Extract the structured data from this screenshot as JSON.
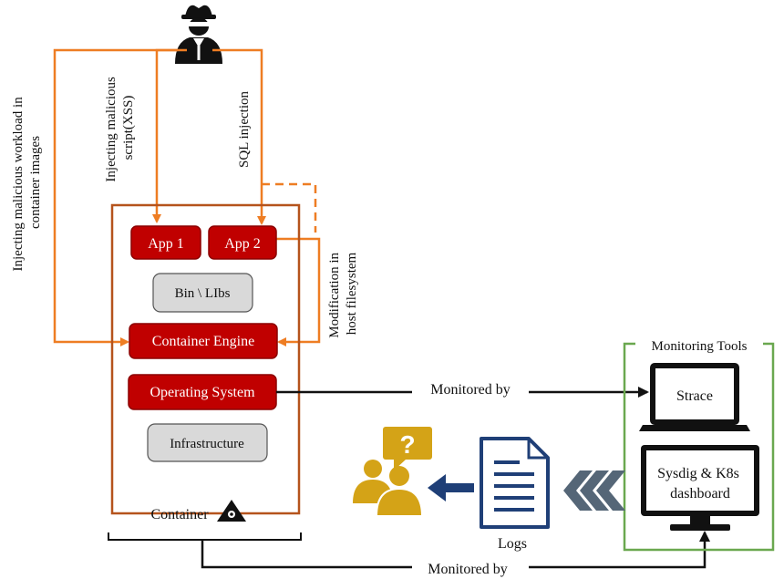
{
  "attacks": {
    "workload": [
      "Injecting malicious workload in",
      "container images"
    ],
    "xss": [
      "Injecting malicious",
      "script(XSS)"
    ],
    "sql": "SQL injection",
    "hostfs": [
      "Modification in",
      "host filesystem"
    ]
  },
  "container": {
    "label": "Container",
    "layers": {
      "app1": "App 1",
      "app2": "App 2",
      "bin_libs": "Bin \\ LIbs",
      "engine": "Container Engine",
      "os": "Operating System",
      "infra": "Infrastructure"
    }
  },
  "edges": {
    "monitored_top": "Monitored by",
    "monitored_bottom": "Monitored by"
  },
  "monitoring": {
    "title": "Monitoring Tools",
    "strace": "Strace",
    "sysdig": [
      "Sysdig & K8s",
      "dashboard"
    ]
  },
  "logs": {
    "label": "Logs"
  },
  "colors": {
    "attack": "#ee7d23",
    "container_border": "#b5531c",
    "red_box": "#c00000",
    "red_border": "#8b0000",
    "gray_box": "#d9d9d9",
    "monitor_border": "#6aa84f",
    "logs_blue": "#1f3f77",
    "chevron": "#556677",
    "analyst": "#d4a317"
  },
  "icons": [
    "hacker-icon",
    "hazard-icon",
    "monitor-icon",
    "document-icon",
    "chevron-icon",
    "analyst-question-icon"
  ]
}
